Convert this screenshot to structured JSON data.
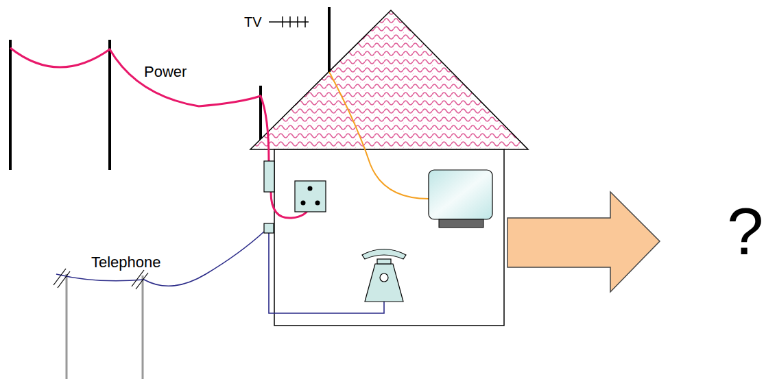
{
  "diagram": {
    "labels": [
      "TV",
      "Power",
      "Telephone",
      "?"
    ]
  }
}
